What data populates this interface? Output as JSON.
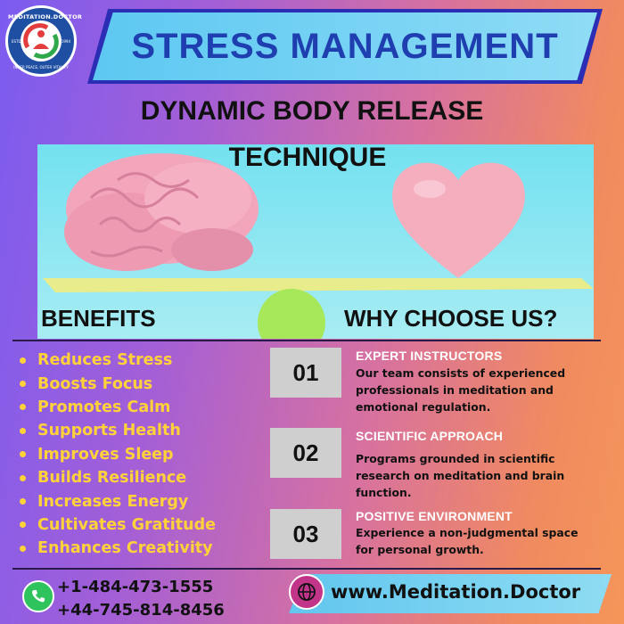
{
  "logo": {
    "name": "MEDITATION.DOCTOR",
    "tagline": "INNER PEACE, OUTER VITALITY",
    "estd": "ESTD.",
    "year": "1994"
  },
  "title": "STRESS MANAGEMENT",
  "subtitle_line1": "DYNAMIC BODY RELEASE",
  "subtitle_line2": "TECHNIQUE",
  "benefits": {
    "heading": "BENEFITS",
    "items": [
      "Reduces Stress",
      "Boosts Focus",
      "Promotes Calm",
      "Supports Health",
      "Improves Sleep",
      "Builds Resilience",
      "Increases Energy",
      "Cultivates Gratitude",
      "Enhances Creativity"
    ]
  },
  "why": {
    "heading": "WHY CHOOSE US?",
    "reasons": [
      {
        "num": "01",
        "title": "EXPERT INSTRUCTORS",
        "desc": "Our team consists of experienced professionals in meditation and emotional regulation."
      },
      {
        "num": "02",
        "title": "SCIENTIFIC APPROACH",
        "desc": "Programs grounded in scientific research on meditation and brain function."
      },
      {
        "num": "03",
        "title": "POSITIVE ENVIRONMENT",
        "desc": "Experience a non-judgmental space for personal growth."
      }
    ]
  },
  "contact": {
    "phone1": "+1-484-473-1555",
    "phone2": "+44-745-814-8456",
    "website": "www.Meditation.Doctor"
  },
  "colors": {
    "accent_blue": "#1f3fb0",
    "benefit_yellow": "#ffd23a",
    "banner_cyan": "#5dc8f2"
  },
  "icons": {
    "phone": "whatsapp-phone-icon",
    "web": "globe-icon"
  }
}
